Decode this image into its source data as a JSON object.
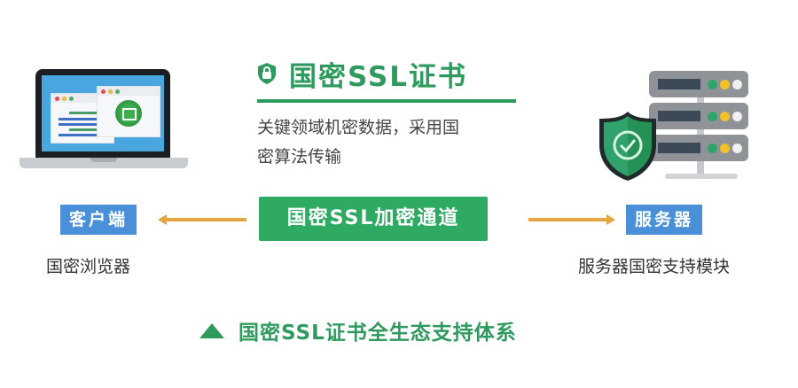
{
  "header": {
    "title": "国密SSL证书",
    "description_line1": "关键领域机密数据，采用国",
    "description_line2": "密算法传输",
    "icon": "shield-lock-icon"
  },
  "client": {
    "tag": "客户端",
    "subtitle": "国密浏览器",
    "icon": "laptop-icon"
  },
  "channel": {
    "label": "国密SSL加密通道"
  },
  "server": {
    "tag": "服务器",
    "subtitle": "服务器国密支持模块",
    "icon": "server-shield-icon"
  },
  "footer": {
    "text": "国密SSL证书全生态支持体系",
    "icon": "triangle-up-icon"
  },
  "colors": {
    "green": "#2f9a5e",
    "channel_green": "#2faa63",
    "tag_blue": "#4a90d9",
    "arrow_orange": "#e5a53f",
    "screen_blue": "#4aa6df"
  }
}
